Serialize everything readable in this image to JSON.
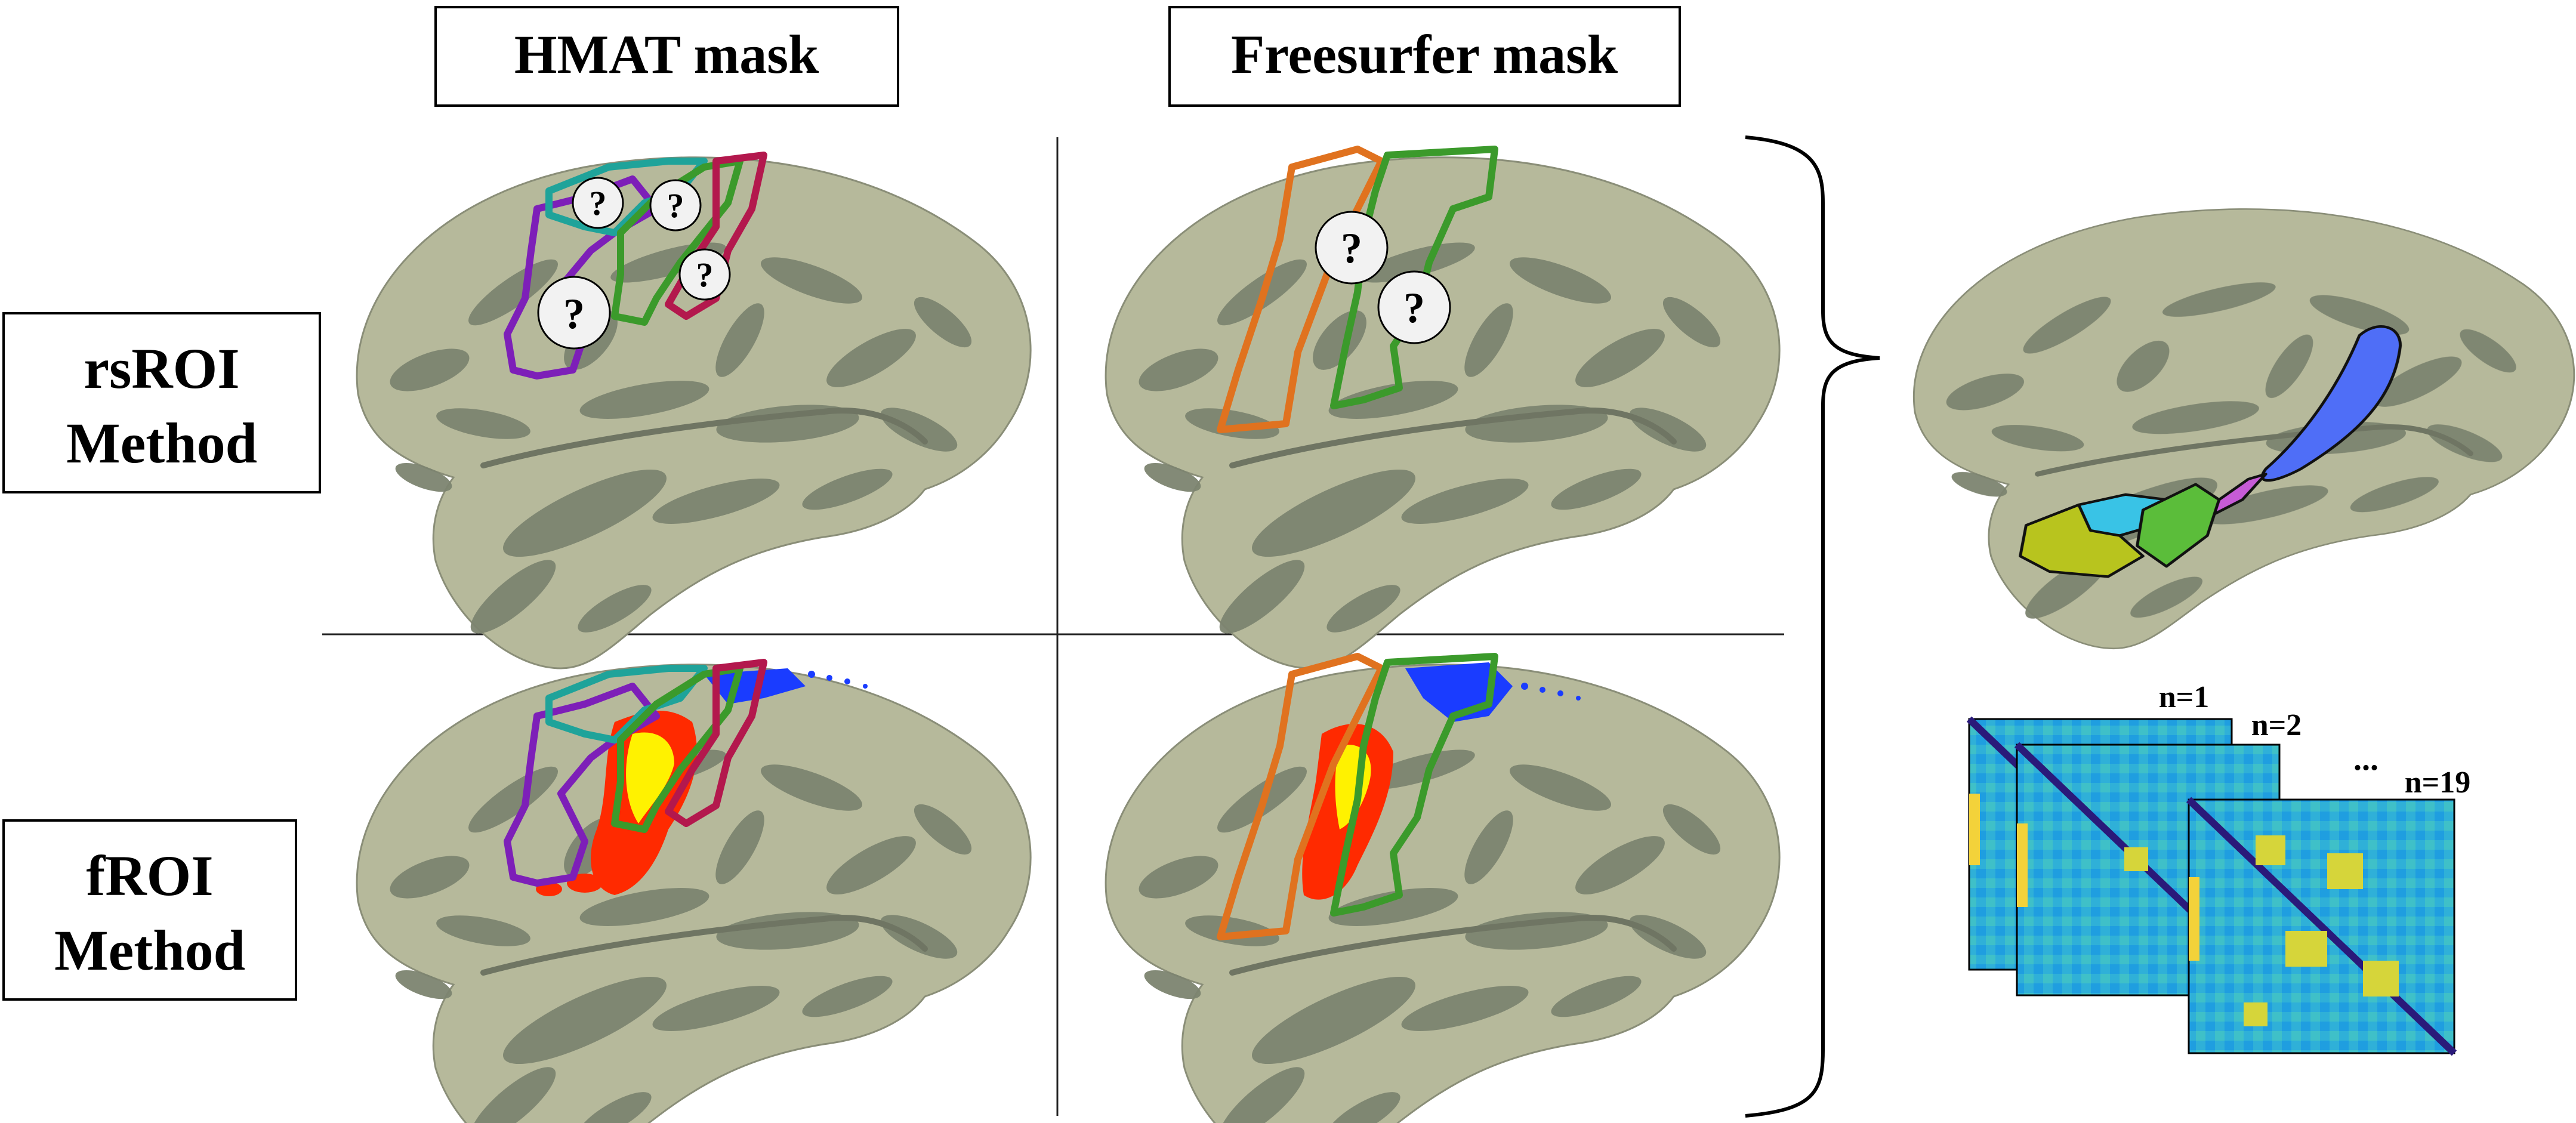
{
  "column_headers": {
    "hmat": "HMAT mask",
    "freesurfer": "Freesurfer mask"
  },
  "row_labels": {
    "rsroi": {
      "line1": "rsROI",
      "line2": "Method"
    },
    "froi": {
      "line1": "fROI",
      "line2": "Method"
    }
  },
  "question_mark": "?",
  "matrix_stack": {
    "labels": [
      "n=1",
      "n=2",
      "n=19"
    ],
    "ellipsis": "..."
  },
  "colors": {
    "brain_light": "#b6b99b",
    "brain_dark": "#7d8470",
    "hmat_violet": "#7d1fb8",
    "hmat_teal": "#1fa39a",
    "hmat_green": "#3b9a2b",
    "hmat_crimson": "#b3184d",
    "fs_orange": "#e0721f",
    "fs_green": "#3b9a2b",
    "act_red": "#ff2a00",
    "act_yellow": "#fff200",
    "act_blue": "#1a3cff",
    "roi_blue": "#4f6ef7",
    "roi_cyan": "#39c3e6",
    "roi_olive": "#b8c41e",
    "roi_green": "#5bbd3a",
    "roi_magenta": "#c65bd6",
    "matrix_base": "#2fb0d8",
    "matrix_diag": "#2a1a7a"
  }
}
